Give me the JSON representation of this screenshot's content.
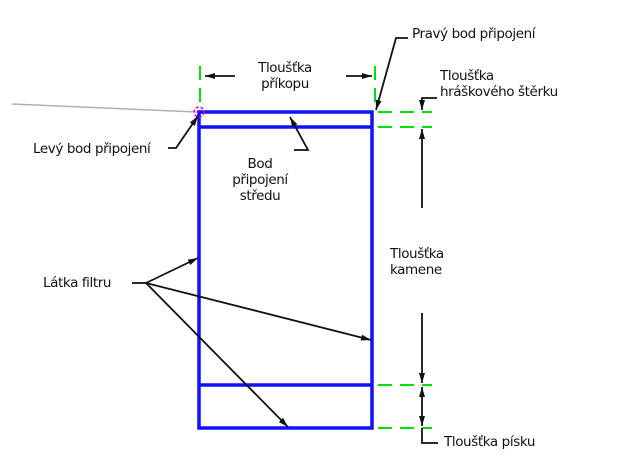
{
  "labels": {
    "right_attach": "Pravý bod připojení",
    "trench_width": [
      "Tloušťka",
      "příkopu"
    ],
    "gravel_thickness": [
      "Tloušťka",
      "hráškového štěrku"
    ],
    "left_attach": "Levý bod připojení",
    "center_attach": [
      "Bod",
      "připojení",
      "středu"
    ],
    "stone_thickness": [
      "Tloušťka",
      "kamene"
    ],
    "filter_fabric": "Látka filtru",
    "sand_thickness": "Tloušťka písku"
  },
  "colors": {
    "section": "#1010ff",
    "dimension": "#00e000",
    "attach_point": "#e000e0",
    "leader": "#111111",
    "ground": "#b0b0b0"
  }
}
